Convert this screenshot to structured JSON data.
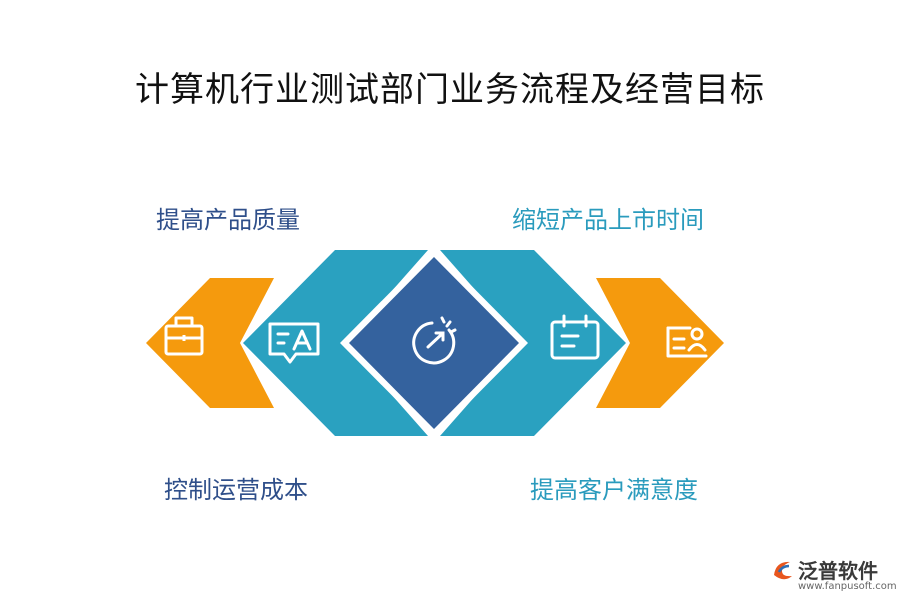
{
  "title": "计算机行业测试部门业务流程及经营目标",
  "labels": {
    "top_left": "提高产品质量",
    "top_right": "缩短产品上市时间",
    "bottom_left": "控制运营成本",
    "bottom_right": "提高客户满意度"
  },
  "icons": [
    "briefcase-icon",
    "text-chat-icon",
    "timer-gauge-icon",
    "calendar-icon",
    "user-card-icon"
  ],
  "colors": {
    "orange": "#f59a0d",
    "teal": "#2aa1c0",
    "navy": "#34629e",
    "label_dark": "#2f4f8a",
    "label_teal": "#2a9bbd"
  },
  "logo": {
    "name": "泛普软件",
    "url": "www.fanpusoft.com"
  }
}
